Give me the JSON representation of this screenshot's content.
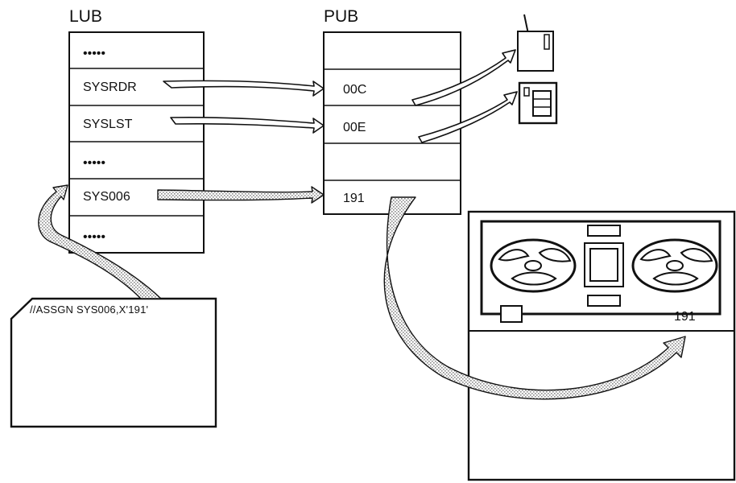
{
  "lub": {
    "title": "LUB",
    "rows": [
      "•••••",
      "SYSRDR",
      "SYSLST",
      "•••••",
      "SYS006",
      "•••••"
    ]
  },
  "pub": {
    "title": "PUB",
    "rows": [
      "",
      "00C",
      "00E",
      "",
      "191"
    ]
  },
  "job_card": {
    "statement": "//ASSGN SYS006,X'191'"
  },
  "tape_drive": {
    "unit_label": "191"
  },
  "devices": {
    "card_reader_icon": "card-reader-icon",
    "printer_icon": "printer-icon",
    "tape_drive_icon": "tape-drive-icon"
  },
  "colors": {
    "line": "#111111",
    "stipple": "#9a9a9a",
    "background": "#ffffff"
  }
}
